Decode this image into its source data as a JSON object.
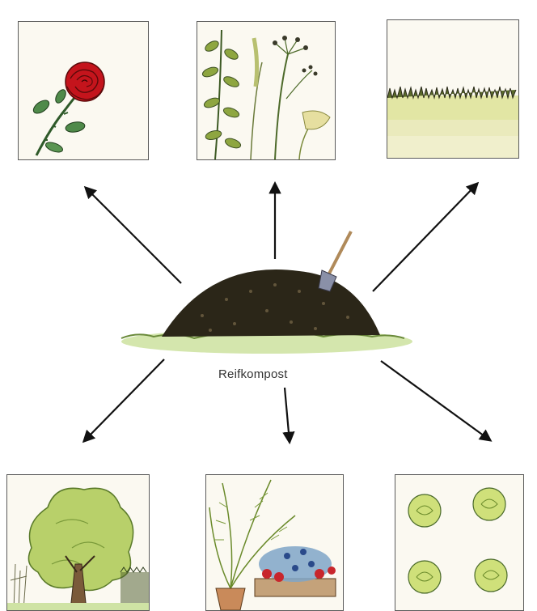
{
  "caption": "Reifkompost",
  "illustrations": {
    "top_left": "rose",
    "top_center": "herbs",
    "top_right": "lawn",
    "center": "compost-heap",
    "bottom_left": "tree-and-hedge",
    "bottom_center": "potted-palm-and-flower-box",
    "bottom_right": "lettuce-heads"
  }
}
